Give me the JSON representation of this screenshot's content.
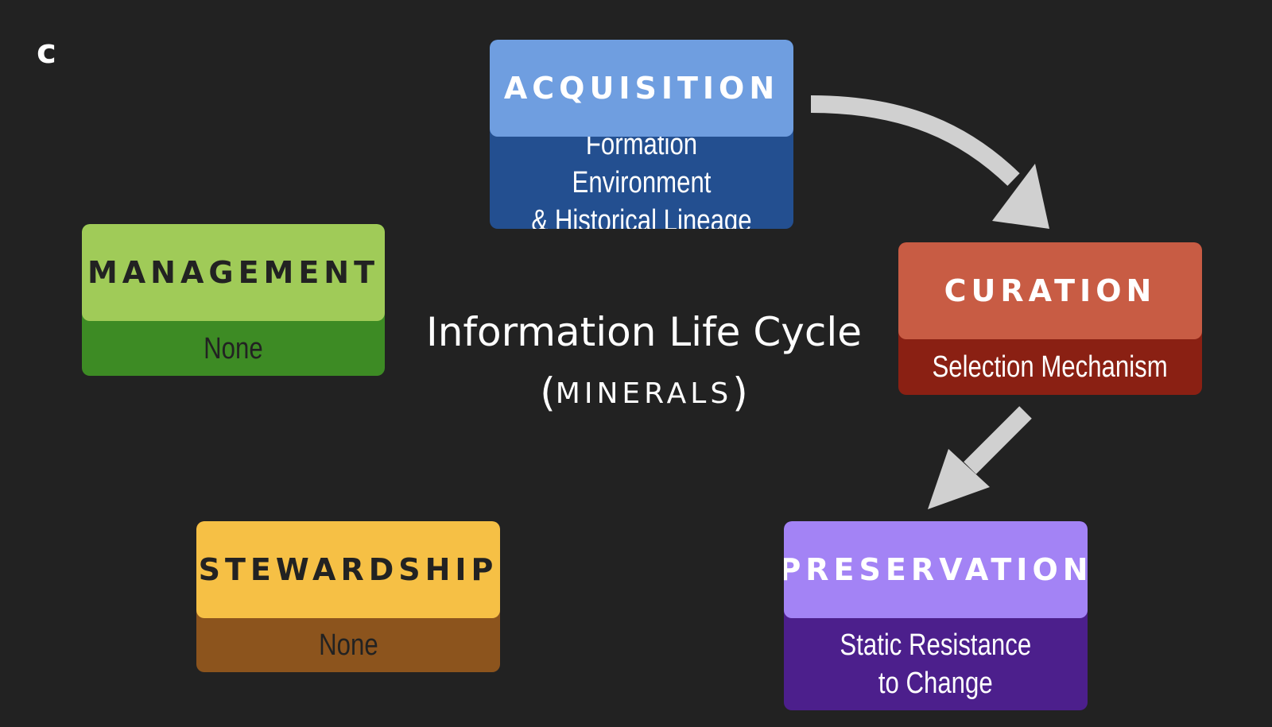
{
  "panel_label": "c",
  "title": "Information Life Cycle",
  "subtitle": "MINERALS",
  "colors": {
    "background": "#222222",
    "acquisition_head": "#6f9ee0",
    "acquisition_body": "#234f90",
    "curation_head": "#c85c44",
    "curation_body": "#8a2013",
    "preservation_head": "#a383f5",
    "preservation_body": "#4c1f8c",
    "management_head": "#a0cb58",
    "management_body": "#3d8b24",
    "stewardship_head": "#f6c045",
    "stewardship_body": "#8c541d",
    "arrow": "#d0d0d0"
  },
  "stages": {
    "acquisition": {
      "heading": "ACQUISITION",
      "line1": "Formation Environment",
      "line2": "& Historical Lineage"
    },
    "curation": {
      "heading": "CURATION",
      "line1": "Selection Mechanism"
    },
    "preservation": {
      "heading": "PRESERVATION",
      "line1": "Static Resistance",
      "line2": "to Change"
    },
    "management": {
      "heading": "MANAGEMENT",
      "line1": "None"
    },
    "stewardship": {
      "heading": "STEWARDSHIP",
      "line1": "None"
    }
  }
}
